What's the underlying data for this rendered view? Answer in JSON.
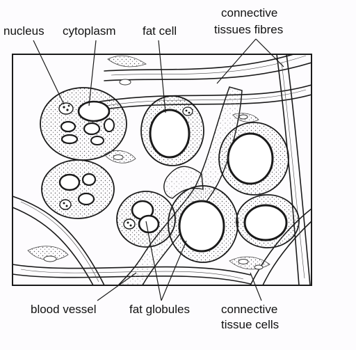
{
  "labels": {
    "nucleus": "nucleus",
    "cytoplasm": "cytoplasm",
    "fat_cell": "fat cell",
    "connective_fibres_line1": "connective",
    "connective_fibres_line2": "tissues fibres",
    "blood_vessel": "blood vessel",
    "fat_globules": "fat globules",
    "connective_cells_line1": "connective",
    "connective_cells_line2": "tissue cells"
  },
  "colors": {
    "ink": "#1a1a1a",
    "paper": "#fdfcfe",
    "stipple": "#555555"
  }
}
